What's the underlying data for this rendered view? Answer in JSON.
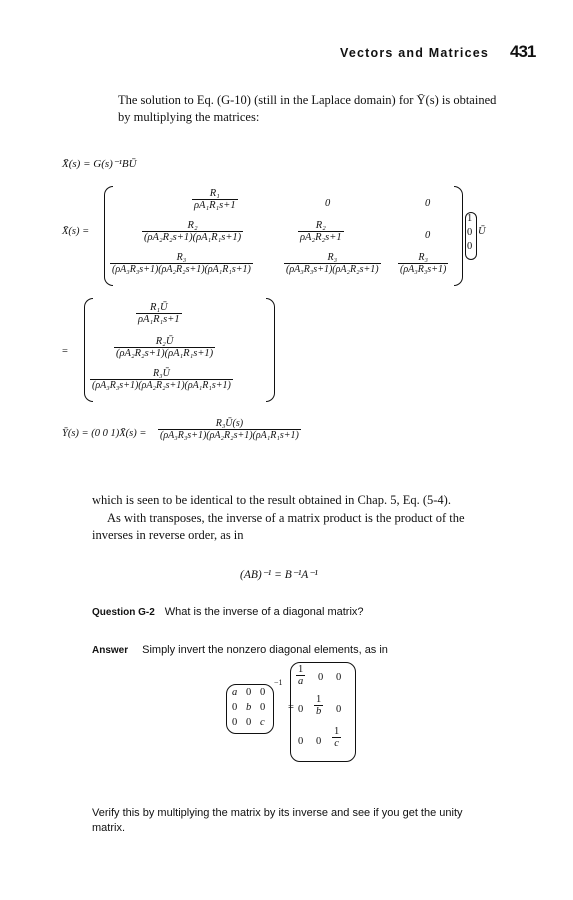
{
  "header": {
    "running_title": "Vectors and Matrices",
    "page_number": "431"
  },
  "intro": "The solution to Eq. (G-10) (still in the Laplace domain) for Ȳ(s) is obtained by multiplying the matrices:",
  "eq1": "X̄(s) = G(s)⁻¹BŪ",
  "eq2": {
    "lhs": "X̄(s) =",
    "row1": {
      "num": "R₁",
      "den": "ρA₁R₁s+1",
      "c2": "0",
      "c3": "0"
    },
    "row2": {
      "num": "R₂",
      "den": "(ρA₂R₂s+1)(ρA₁R₁s+1)",
      "c2_num": "R₂",
      "c2_den": "ρA₂R₂s+1",
      "c3": "0"
    },
    "row3": {
      "num": "R₃",
      "den": "(ρA₃R₃s+1)(ρA₂R₂s+1)(ρA₁R₁s+1)",
      "c2_num": "R₃",
      "c2_den": "(ρA₃R₃s+1)(ρA₂R₂s+1)",
      "c3_num": "R₃",
      "c3_den": "(ρA₃R₃s+1)"
    },
    "vec": [
      "1",
      "0",
      "0"
    ],
    "rhs": "Ū"
  },
  "eq3": {
    "lhs": "=",
    "r1_num": "R₁Ū",
    "r1_den": "ρA₁R₁s+1",
    "r2_num": "R₂Ū",
    "r2_den": "(ρA₂R₂s+1)(ρA₁R₁s+1)",
    "r3_num": "R₃Ū",
    "r3_den": "(ρA₃R₃s+1)(ρA₂R₂s+1)(ρA₁R₁s+1)"
  },
  "eq4": {
    "lhs": "Ȳ(s) = (0   0   1)X̄(s) =",
    "num": "R₃Ū(s)",
    "den": "(ρA₃R₃s+1)(ρA₂R₂s+1)(ρA₁R₁s+1)"
  },
  "para2": "which is seen to be identical to the result obtained in Chap. 5, Eq. (5-4).",
  "para3": "As with transposes, the inverse of a matrix product is the product of the inverses in reverse order, as in",
  "eq5": "(AB)⁻¹ = B⁻¹A⁻¹",
  "question": {
    "label": "Question G-2",
    "text": "What is the inverse of a diagonal matrix?"
  },
  "answer": {
    "label": "Answer",
    "text": "Simply invert the nonzero diagonal elements, as in"
  },
  "diag": {
    "m": [
      [
        "a",
        "0",
        "0"
      ],
      [
        "0",
        "b",
        "0"
      ],
      [
        "0",
        "0",
        "c"
      ]
    ],
    "exp": "−1",
    "eq": "=",
    "inv": [
      [
        "1",
        "a",
        "0",
        "0"
      ],
      [
        "0",
        "1",
        "b",
        "0"
      ],
      [
        "0",
        "0",
        "1",
        "c"
      ]
    ]
  },
  "closing": "Verify this by multiplying the matrix by its inverse and see if you get the unity matrix."
}
